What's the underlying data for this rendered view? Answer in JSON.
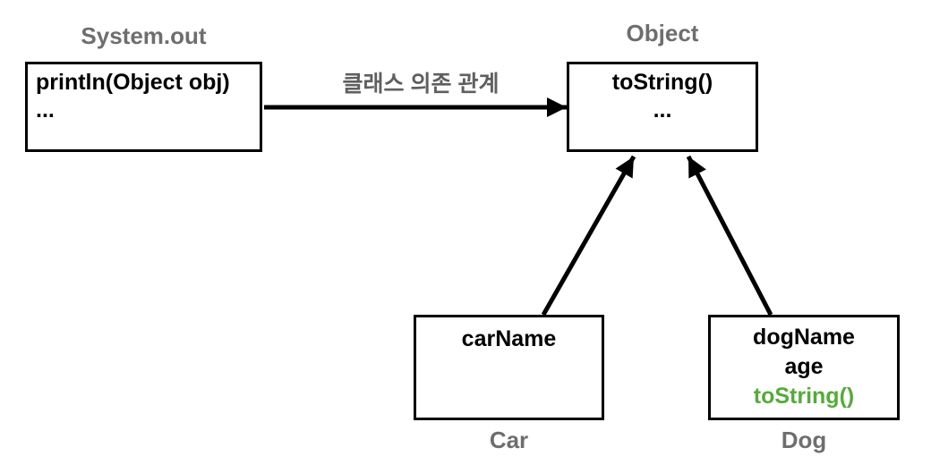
{
  "diagram": {
    "boxes": {
      "system_out": {
        "title": "System.out",
        "members": [
          "println(Object obj)",
          "..."
        ]
      },
      "object": {
        "title": "Object",
        "members": [
          "toString()",
          "..."
        ]
      },
      "car": {
        "title": "Car",
        "members": [
          "carName"
        ]
      },
      "dog": {
        "title": "Dog",
        "members": [
          "dogName",
          "age",
          "toString()"
        ]
      }
    },
    "dependency_arrow_label": "클래스 의존 관계"
  },
  "colors": {
    "line_black": "#000000",
    "label_gray": "#6e6e6e",
    "dependency_label_gray": "#5f5f5f",
    "highlight_green": "#55ab3a"
  }
}
